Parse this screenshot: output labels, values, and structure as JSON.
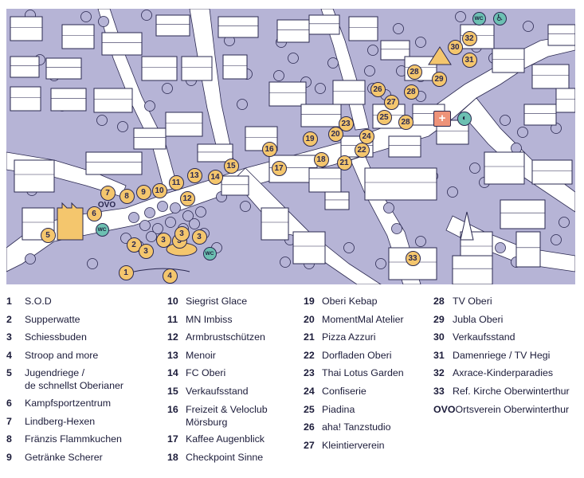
{
  "map": {
    "markers": [
      {
        "label": "1"
      },
      {
        "label": "2"
      },
      {
        "label": "3"
      },
      {
        "label": "3"
      },
      {
        "label": "3"
      },
      {
        "label": "3"
      },
      {
        "label": "3"
      },
      {
        "label": "4"
      },
      {
        "label": "5"
      },
      {
        "label": "6"
      },
      {
        "label": "7"
      },
      {
        "label": "8"
      },
      {
        "label": "9"
      },
      {
        "label": "10"
      },
      {
        "label": "11"
      },
      {
        "label": "12"
      },
      {
        "label": "13"
      },
      {
        "label": "14"
      },
      {
        "label": "15"
      },
      {
        "label": "16"
      },
      {
        "label": "17"
      },
      {
        "label": "18"
      },
      {
        "label": "19"
      },
      {
        "label": "20"
      },
      {
        "label": "21"
      },
      {
        "label": "22"
      },
      {
        "label": "23"
      },
      {
        "label": "24"
      },
      {
        "label": "25"
      },
      {
        "label": "26"
      },
      {
        "label": "27"
      },
      {
        "label": "28"
      },
      {
        "label": "28"
      },
      {
        "label": "28"
      },
      {
        "label": "29"
      },
      {
        "label": "30"
      },
      {
        "label": "31"
      },
      {
        "label": "32"
      },
      {
        "label": "33"
      },
      {
        "label": "OVO"
      }
    ],
    "wc_label": "WC",
    "icons": [
      "wc-icon",
      "wheelchair-icon",
      "first-aid-icon",
      "baby-stroller-icon",
      "tent-icon",
      "trampoline-icon",
      "castle-icon",
      "church-icon"
    ],
    "colors": {
      "background": "#b6b4d6",
      "street": "#ffffff",
      "building": "#ffffff",
      "tree": "#b6b4d6",
      "marker": "#f4c66d",
      "outline": "#2a2850",
      "service": "#6cc0b2",
      "first_aid": "#ee9379"
    }
  },
  "legend": {
    "col1": [
      {
        "num": "1",
        "text": "S.O.D"
      },
      {
        "num": "2",
        "text": "Supperwatte"
      },
      {
        "num": "3",
        "text": "Schiessbuden"
      },
      {
        "num": "4",
        "text": "Stroop and more"
      },
      {
        "num": "5",
        "text": "Jugendriege /",
        "text2": "de schnellst Oberianer"
      },
      {
        "num": "6",
        "text": "Kampfsportzentrum"
      },
      {
        "num": "7",
        "text": "Lindberg-Hexen"
      },
      {
        "num": "8",
        "text": "Fränzis Flammkuchen"
      },
      {
        "num": "9",
        "text": "Getränke Scherer"
      }
    ],
    "col2": [
      {
        "num": "10",
        "text": "Siegrist Glace"
      },
      {
        "num": "11",
        "text": "MN Imbiss"
      },
      {
        "num": "12",
        "text": "Armbrustschützen"
      },
      {
        "num": "13",
        "text": "Menoir"
      },
      {
        "num": "14",
        "text": "FC Oberi"
      },
      {
        "num": "15",
        "text": "Verkaufsstand"
      },
      {
        "num": "16",
        "text": "Freizeit & Veloclub",
        "text2": "Mörsburg"
      },
      {
        "num": "17",
        "text": "Kaffee Augenblick"
      },
      {
        "num": "18",
        "text": "Checkpoint Sinne"
      }
    ],
    "col3": [
      {
        "num": "19",
        "text": "Oberi Kebap"
      },
      {
        "num": "20",
        "text": "MomentMal Atelier"
      },
      {
        "num": "21",
        "text": "Pizza Azzuri"
      },
      {
        "num": "22",
        "text": "Dorfladen Oberi"
      },
      {
        "num": "23",
        "text": "Thai Lotus Garden"
      },
      {
        "num": "24",
        "text": "Confiserie"
      },
      {
        "num": "25",
        "text": "Piadina"
      },
      {
        "num": "26",
        "text": "aha! Tanzstudio"
      },
      {
        "num": "27",
        "text": "Kleintierverein"
      }
    ],
    "col4": [
      {
        "num": "28",
        "text": "TV Oberi"
      },
      {
        "num": "29",
        "text": "Jubla Oberi"
      },
      {
        "num": "30",
        "text": "Verkaufsstand"
      },
      {
        "num": "31",
        "text": "Damenriege / TV Hegi"
      },
      {
        "num": "32",
        "text": "Axrace-Kinderparadies"
      },
      {
        "num": "33",
        "text": "Ref. Kirche Oberwinterthur"
      },
      {
        "num": "OVO",
        "text": "Ortsverein Oberwinterthur"
      }
    ]
  }
}
